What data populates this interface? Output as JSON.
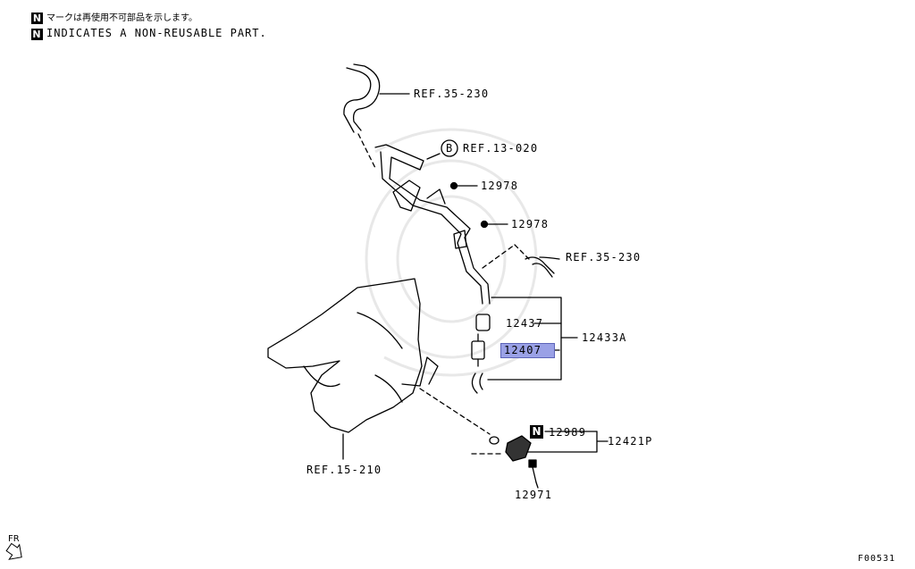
{
  "legend": {
    "n_mark": "N",
    "japanese": "マークは再使用不可部品を示します。",
    "english": "INDICATES A NON-REUSABLE PART."
  },
  "labels": {
    "ref_35_230_top": "REF.35-230",
    "ref_13_020": "REF.13-020",
    "b_mark": "B",
    "p12978_a": "12978",
    "p12978_b": "12978",
    "ref_35_230_right": "REF.35-230",
    "p12437": "12437",
    "p12433A": "12433A",
    "p12407": "12407",
    "ref_15_210": "REF.15-210",
    "p12989": "12989",
    "p12421P": "12421P",
    "p12971": "12971"
  },
  "fr_label": "FR",
  "diagram_code": "F00531",
  "colors": {
    "highlight": "#9aa1e6",
    "ink": "#000000"
  }
}
